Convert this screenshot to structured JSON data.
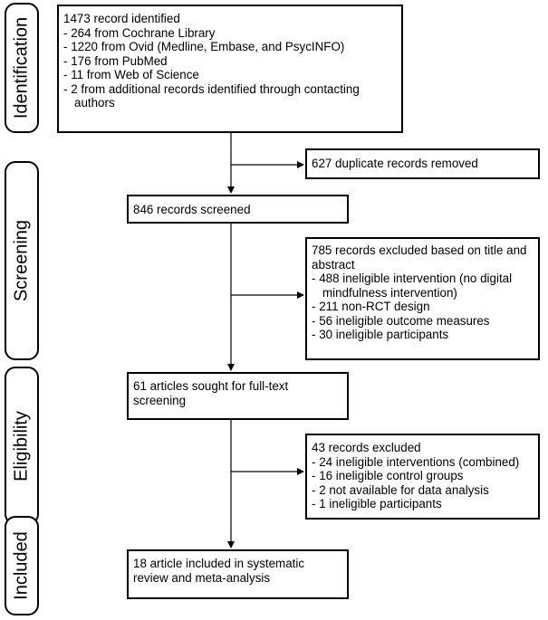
{
  "stages": [
    "Identification",
    "Screening",
    "Eligibility",
    "Included"
  ],
  "identification": {
    "header": "1473 record identified",
    "items": [
      "264 from Cochrane Library",
      "1220 from Ovid (Medline, Embase, and PsycINFO)",
      "176 from PubMed",
      "11 from Web of Science",
      "2 from additional records identified through contacting authors"
    ],
    "last_item_line1": "2 from additional records identified through contacting",
    "last_item_line2": "authors"
  },
  "duplicates": "627 duplicate records removed",
  "screened": "846 records screened",
  "excluded_title": {
    "header_line1": "785 records excluded based on title and",
    "header_line2": "abstract",
    "items": [
      "488 ineligible intervention (no digital mindfulness intervention)",
      "211 non-RCT design",
      "56 ineligible outcome measures",
      "30 ineligible participants"
    ],
    "item1_line1": "488 ineligible intervention (no digital",
    "item1_line2": "mindfulness intervention)"
  },
  "full_text": {
    "line1": "61 articles sought for full-text",
    "line2": "screening"
  },
  "excluded_full": {
    "header": "43 records excluded",
    "items": [
      "24 ineligible interventions (combined)",
      "16 ineligible control groups",
      "2 not available for data analysis",
      "1 ineligible participants"
    ]
  },
  "included": {
    "line1": "18 article included in systematic",
    "line2": "review and meta-analysis"
  }
}
